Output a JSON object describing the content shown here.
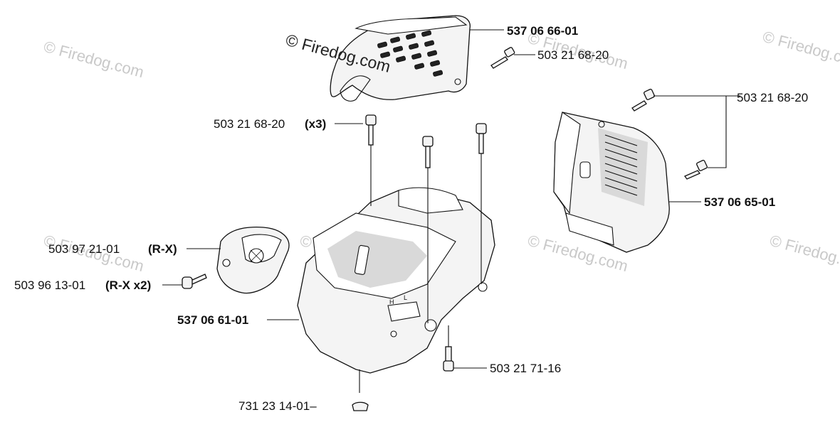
{
  "watermarks": {
    "text_main": "© Firedog.com",
    "text_bg": "© Firedog.com"
  },
  "labels": {
    "cover_top": "537 06 66-01",
    "screw_top_right": "503 21 68-20",
    "screw_x3_num": "503 21 68-20",
    "screw_x3_qty": "(x3)",
    "screw_right": "503 21 68-20",
    "cover_right": "537 06 65-01",
    "cup_num": "503 97 21-01",
    "cup_tag": "(R-X)",
    "cup_screw_num": "503 96 13-01",
    "cup_screw_tag": "(R-X x2)",
    "housing": "537 06 61-01",
    "screw_bottom": "503 21 71-16",
    "bottom_part": "731 23 14-01–"
  },
  "colors": {
    "line": "#111111",
    "watermark": "#c9c9c9"
  }
}
